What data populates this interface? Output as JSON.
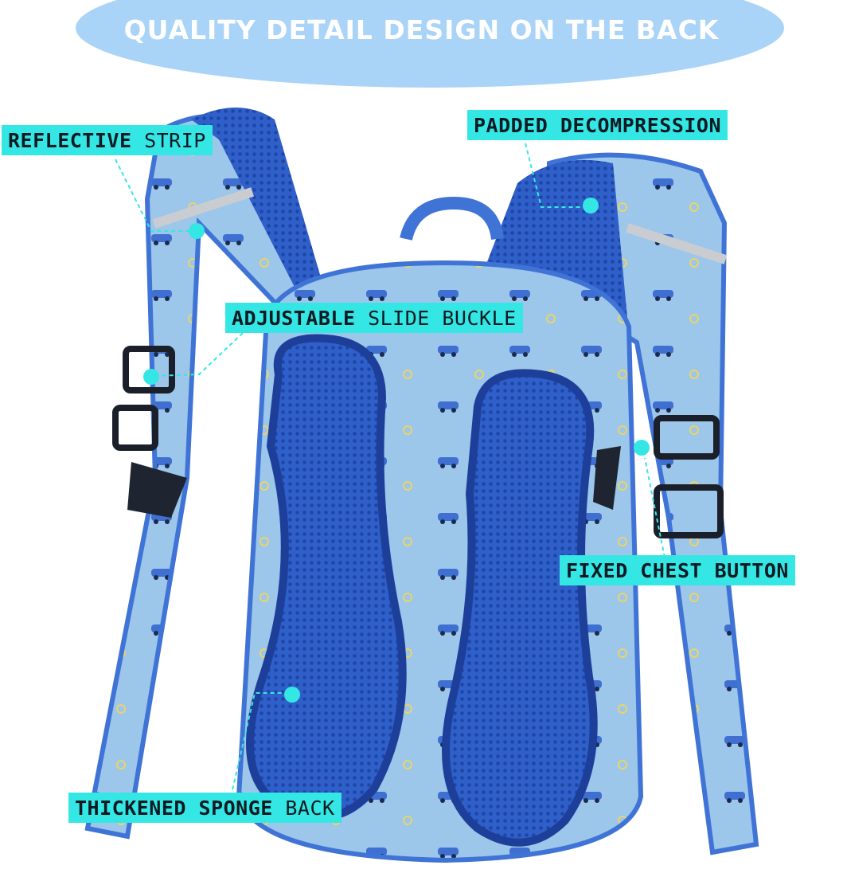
{
  "banner": {
    "title": "QUALITY DETAIL DESIGN ON THE BACK"
  },
  "callouts": {
    "reflective_strip": {
      "bold": "REFLECTIVE",
      "rest": " STRIP"
    },
    "padded_decompression": {
      "bold": "PADDED DECOMPRESSION",
      "rest": ""
    },
    "adjustable_slide_buckle": {
      "bold": "ADJUSTABLE",
      "rest": " SLIDE BUCKLE"
    },
    "fixed_chest_button": {
      "bold": "FIXED CHEST BUTTON",
      "rest": ""
    },
    "thickened_sponge_back": {
      "bold": "THICKENED SPONGE",
      "rest": " BACK"
    }
  },
  "colors": {
    "banner": "#a9d4f7",
    "callout": "#35e7e4",
    "bag_fabric": "#9cc6ea",
    "mesh": "#2f5fc9",
    "strap_trim": "#3f73d6"
  }
}
